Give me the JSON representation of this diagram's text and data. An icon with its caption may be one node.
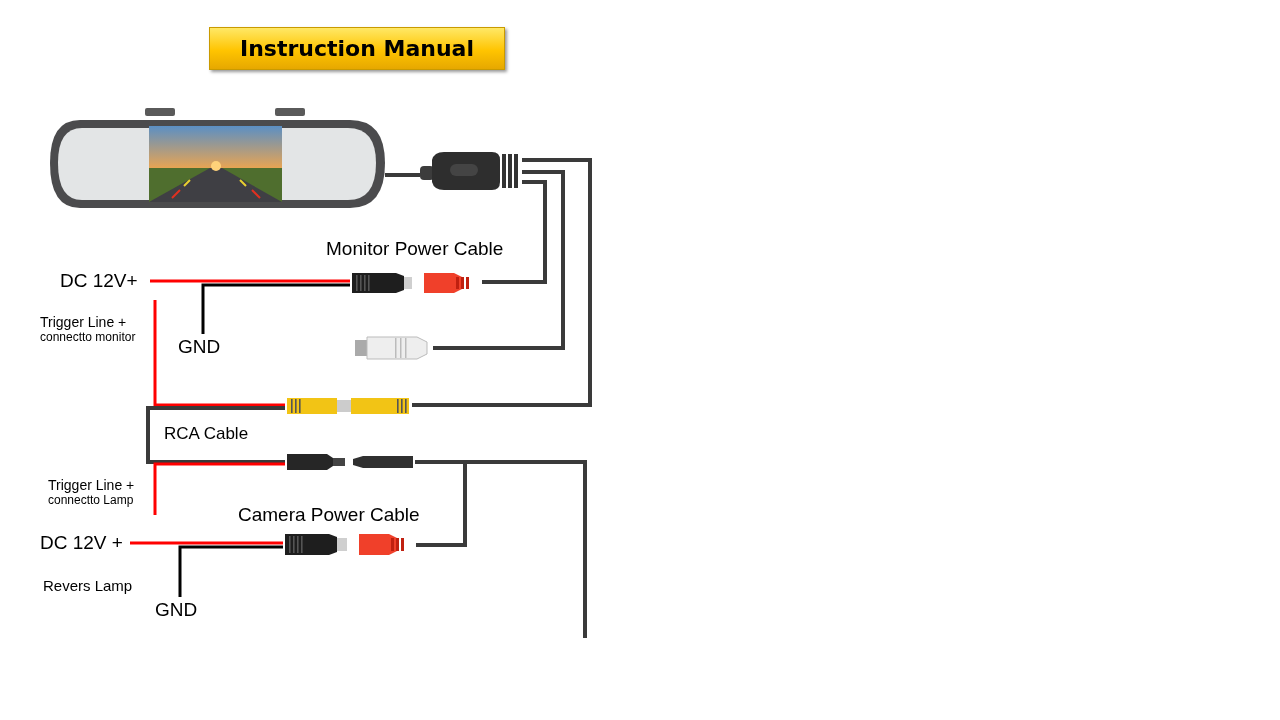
{
  "diagram": {
    "title": "Instruction Manual",
    "nodes": [
      {
        "text": [],
        "shape": "picture"
      },
      {
        "text": [],
        "shape": "picture"
      },
      {
        "text": [],
        "shape": "picture",
        "beside": [
          "Monitor Power Cable"
        ]
      },
      {
        "text": [
          "DC 12V+"
        ]
      },
      {
        "text": [
          "GND"
        ]
      },
      {
        "text": [],
        "shape": "picture"
      },
      {
        "text": [
          "Trigger Line +",
          "connectto monitor"
        ]
      },
      {
        "text": [],
        "shape": "picture",
        "beside": [
          "RCA Cable"
        ]
      },
      {
        "text": [],
        "shape": "picture"
      },
      {
        "text": [
          "Trigger Line +",
          "connectto Lamp"
        ]
      },
      {
        "text": [
          "DC 12V +"
        ]
      },
      {
        "text": [],
        "shape": "picture",
        "beside": [
          "Camera Power Cable"
        ]
      },
      {
        "text": [
          "GND"
        ]
      }
    ],
    "edges": [
      {
        "from": 0,
        "to": 1,
        "arrow": "none"
      },
      {
        "from": 1,
        "to": 2,
        "arrow": "none"
      },
      {
        "from": 1,
        "to": 5,
        "arrow": "none"
      },
      {
        "from": 1,
        "to": 7,
        "arrow": "none"
      },
      {
        "from": 3,
        "to": 2,
        "arrow": "none",
        "color": "#ff0000"
      },
      {
        "from": 4,
        "to": 2,
        "arrow": "none",
        "color": "#000000"
      },
      {
        "from": 6,
        "to": 7,
        "arrow": "none",
        "color": "#ff0000"
      },
      {
        "from": 7,
        "to": 8,
        "arrow": "none"
      },
      {
        "from": 9,
        "to": 8,
        "arrow": "none",
        "color": "#ff0000"
      },
      {
        "from": 10,
        "to": 11,
        "arrow": "none",
        "color": "#ff0000"
      },
      {
        "from": 12,
        "to": 11,
        "arrow": "none",
        "color": "#000000"
      },
      {
        "from": 11,
        "to": 8,
        "arrow": "none"
      },
      {
        "from": 8,
        "to": null,
        "arrow": "none"
      }
    ],
    "labels": [
      "Revers Lamp"
    ]
  }
}
